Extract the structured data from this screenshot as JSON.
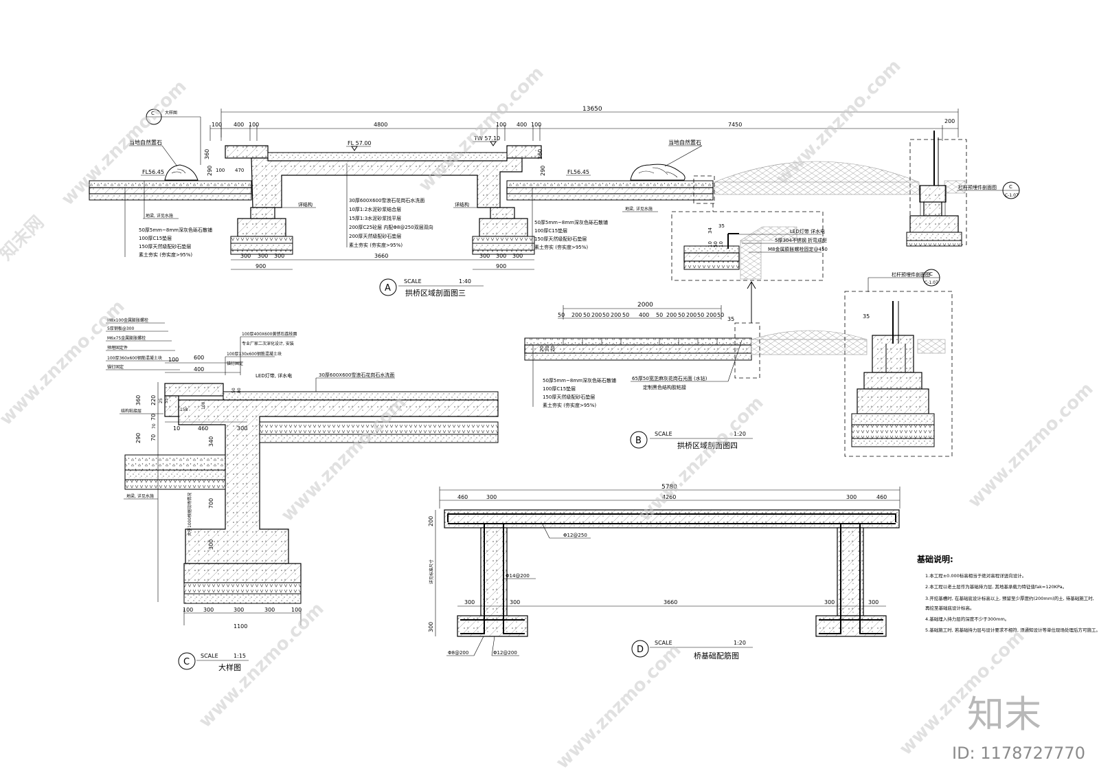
{
  "watermark": {
    "site": "www.znzmo.com",
    "brand_cn": "知末网",
    "logo_text": "知末",
    "id_text": "ID: 1178727770"
  },
  "section_a": {
    "badge": "A",
    "scale_label": "SCALE",
    "scale_value": "1:40",
    "title": "拱桥区域剖面图三",
    "dim_total": "13650",
    "dim_top": [
      "100",
      "400",
      "100",
      "4800",
      "100",
      "400",
      "100",
      "7450",
      "200"
    ],
    "dim_bottom": [
      "300",
      "300",
      "300",
      "3660",
      "300",
      "300",
      "300"
    ],
    "dim_bottom_sub": [
      "900",
      "900"
    ],
    "left_ref_badge": "C",
    "left_ref_note": "大样图",
    "levels": [
      "FL 57.00",
      "TW 57.10",
      "FL56.45",
      "FL56.45"
    ],
    "rock_label_1": "当地自然置石",
    "rock_label_2": "当地自然置石",
    "vert_dims": [
      "360",
      "290",
      "100",
      "470",
      "360",
      "290"
    ],
    "structure_label_1": "详结构",
    "structure_label_2": "详结构",
    "ground_label_1": "地梁, 详见水施",
    "ground_label_2": "地梁, 详见水施",
    "bridge_layers": [
      "30厚600X600雪浪石花岗石水洗面",
      "10厚1:2水泥砂浆结合层",
      "15厚1:3水泥砂浆找平层",
      "200厚C25砼层 内配Φ8@250双层双向",
      "200厚天然级配砂石垫层",
      "素土夯实 (夯实度>95%)"
    ],
    "left_layers": [
      "50厚5mm~8mm深灰色砾石散铺",
      "100厚C15垫层",
      "150厚天然级配砂石垫层",
      "素土夯实 (夯实度>95%)"
    ],
    "right_layers": [
      "50厚5mm~8mm深灰色砾石散铺",
      "100厚C15垫层",
      "150厚天然级配砂石垫层",
      "素土夯实 (夯实度>95%)"
    ],
    "railing_note": "栏杆预埋件剖面图",
    "railing_ref_badge": "C",
    "railing_ref_code": "C-1.07"
  },
  "detail_small": {
    "dims": [
      "35",
      "34",
      "10",
      "50",
      "10"
    ],
    "notes": [
      "LED灯带 详水电",
      "5厚304不锈钢 折弯成型",
      "M8金属膨胀螺栓固定@450"
    ]
  },
  "section_b": {
    "badge": "B",
    "scale_label": "SCALE",
    "scale_value": "1:20",
    "title": "拱桥区域剖面图四",
    "dim_total": "2000",
    "dim_segments": [
      "50",
      "200",
      "50",
      "200",
      "50",
      "200",
      "50",
      "400",
      "50",
      "200",
      "50",
      "200",
      "50",
      "200",
      "50"
    ],
    "dim_right": "35",
    "dim_right2": "35",
    "vert_dims": [
      "20",
      "30",
      "20"
    ],
    "ref_note": "栏杆预埋件剖面图",
    "ref_badge": "C",
    "ref_code": "C-1.07",
    "edge_notes": [
      "65厚50宽芝麻灰花岗石光面 (水钻)",
      "定制黑色结构胶粘接"
    ],
    "layers": [
      "50厚5mm~8mm深灰色砾石散铺",
      "100厚C15垫层",
      "150厚天然级配砂石垫层",
      "素土夯实 (夯实度>95%)"
    ]
  },
  "section_c": {
    "badge": "C",
    "scale_label": "SCALE",
    "scale_value": "1:15",
    "title": "大样图",
    "notes_left": [
      "M8x100金属膨胀螺栓",
      "5厚钢板@300",
      "M6x75金属膨胀螺栓",
      "预埋固定件",
      "100厚360x600钢筋混凝土块",
      "锚钉固定"
    ],
    "notes_top": [
      "100厚400X600黄锈石荔枝面",
      "专业厂家二次深化设计, 安装",
      "100厚130x600钢筋混凝土块",
      "锚钉固定"
    ],
    "led_note": "LED灯带, 详水电",
    "top_layer_note": "30厚600X600雪浪石花岗石水洗面",
    "struct_note": "结构粘接层",
    "ground_note": "地梁, 详见水施",
    "depth_note": "大于1000根据现场情况",
    "dims_h_top": [
      "100",
      "400",
      "600"
    ],
    "dims_h_mid": [
      "10",
      "460",
      "300"
    ],
    "dims_v": [
      "360",
      "220",
      "70",
      "290",
      "70",
      "340",
      "700",
      "300"
    ],
    "dims_small": [
      "25",
      "55",
      "50",
      "80",
      "158",
      "100",
      "70"
    ],
    "dims_bottom": [
      "100",
      "300",
      "300",
      "300",
      "100"
    ],
    "dim_bottom_total": "1100"
  },
  "section_d": {
    "badge": "D",
    "scale_label": "SCALE",
    "scale_value": "1:20",
    "title": "桥基础配筋图",
    "dim_total": "5780",
    "dim_top": [
      "460",
      "300",
      "4260",
      "300",
      "460"
    ],
    "dim_bottom": [
      "300",
      "300",
      "3660",
      "300",
      "300"
    ],
    "dim_left": [
      "200",
      "300"
    ],
    "side_note": "详见标准尺寸",
    "rebar": [
      "Φ12@250",
      "Φ14@200",
      "Φ8@200",
      "Φ12@200"
    ]
  },
  "notes": {
    "title": "基础说明:",
    "items": [
      "1.本工程±0.000标高相当于绝对高程详竖向设计。",
      "2.本工程以老土层作为基础持力层, 其地基承载力特征值fak=120KPa。",
      "3.开挖基槽时, 在基础底设计标高以上, 预留至少厚度约(200mm)的土, 待基础施工时,",
      "   再挖至基础底设计标高。",
      "4.基础埋入持力层的深度不少于300mm。",
      "5.基础施工时, 若基础持力层与设计要求不相符, 须通知设计等单位现场处理后方可施工。"
    ]
  }
}
